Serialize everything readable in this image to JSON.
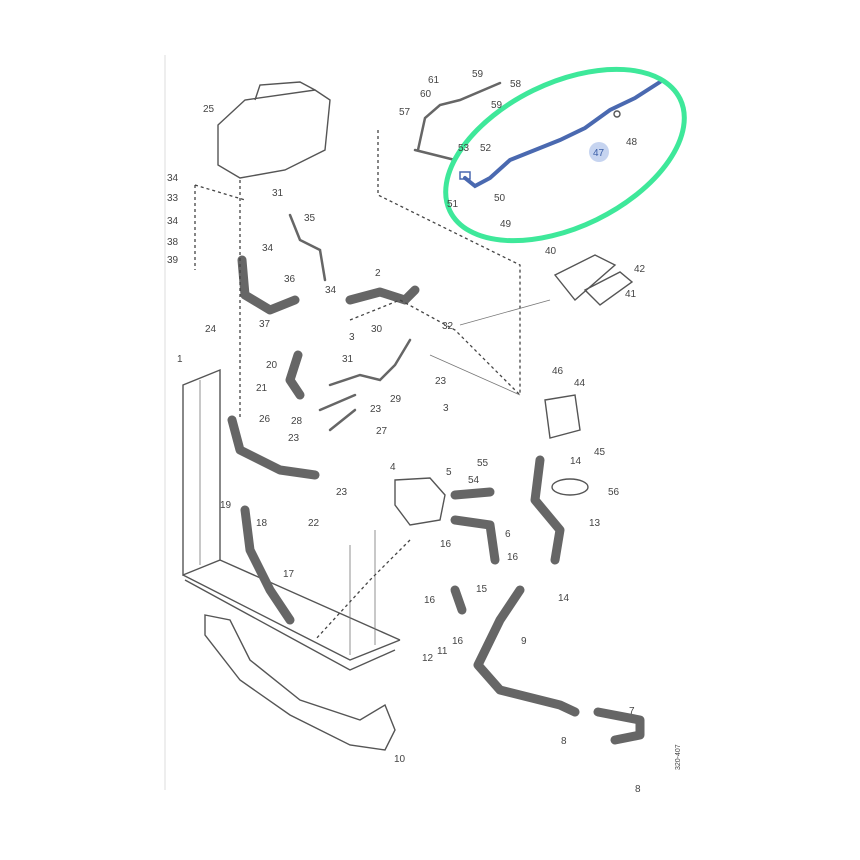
{
  "diagram": {
    "code": "320-407",
    "highlight_color": "#3ee89a",
    "highlight_part_color": "#4a69b0",
    "highlighted_part": "47",
    "labels": [
      "25",
      "34",
      "33",
      "34",
      "38",
      "39",
      "31",
      "35",
      "34",
      "36",
      "34",
      "37",
      "2",
      "3",
      "30",
      "32",
      "24",
      "1",
      "20",
      "31",
      "23",
      "21",
      "29",
      "23",
      "28",
      "26",
      "3",
      "27",
      "23",
      "23",
      "22",
      "19",
      "18",
      "17",
      "4",
      "5",
      "55",
      "54",
      "6",
      "16",
      "16",
      "15",
      "16",
      "16",
      "14",
      "13",
      "14",
      "56",
      "45",
      "44",
      "46",
      "41",
      "42",
      "40",
      "9",
      "11",
      "12",
      "7",
      "8",
      "8",
      "10",
      "61",
      "59",
      "58",
      "60",
      "59",
      "57",
      "52",
      "53",
      "47",
      "48",
      "50",
      "51",
      "49"
    ]
  }
}
